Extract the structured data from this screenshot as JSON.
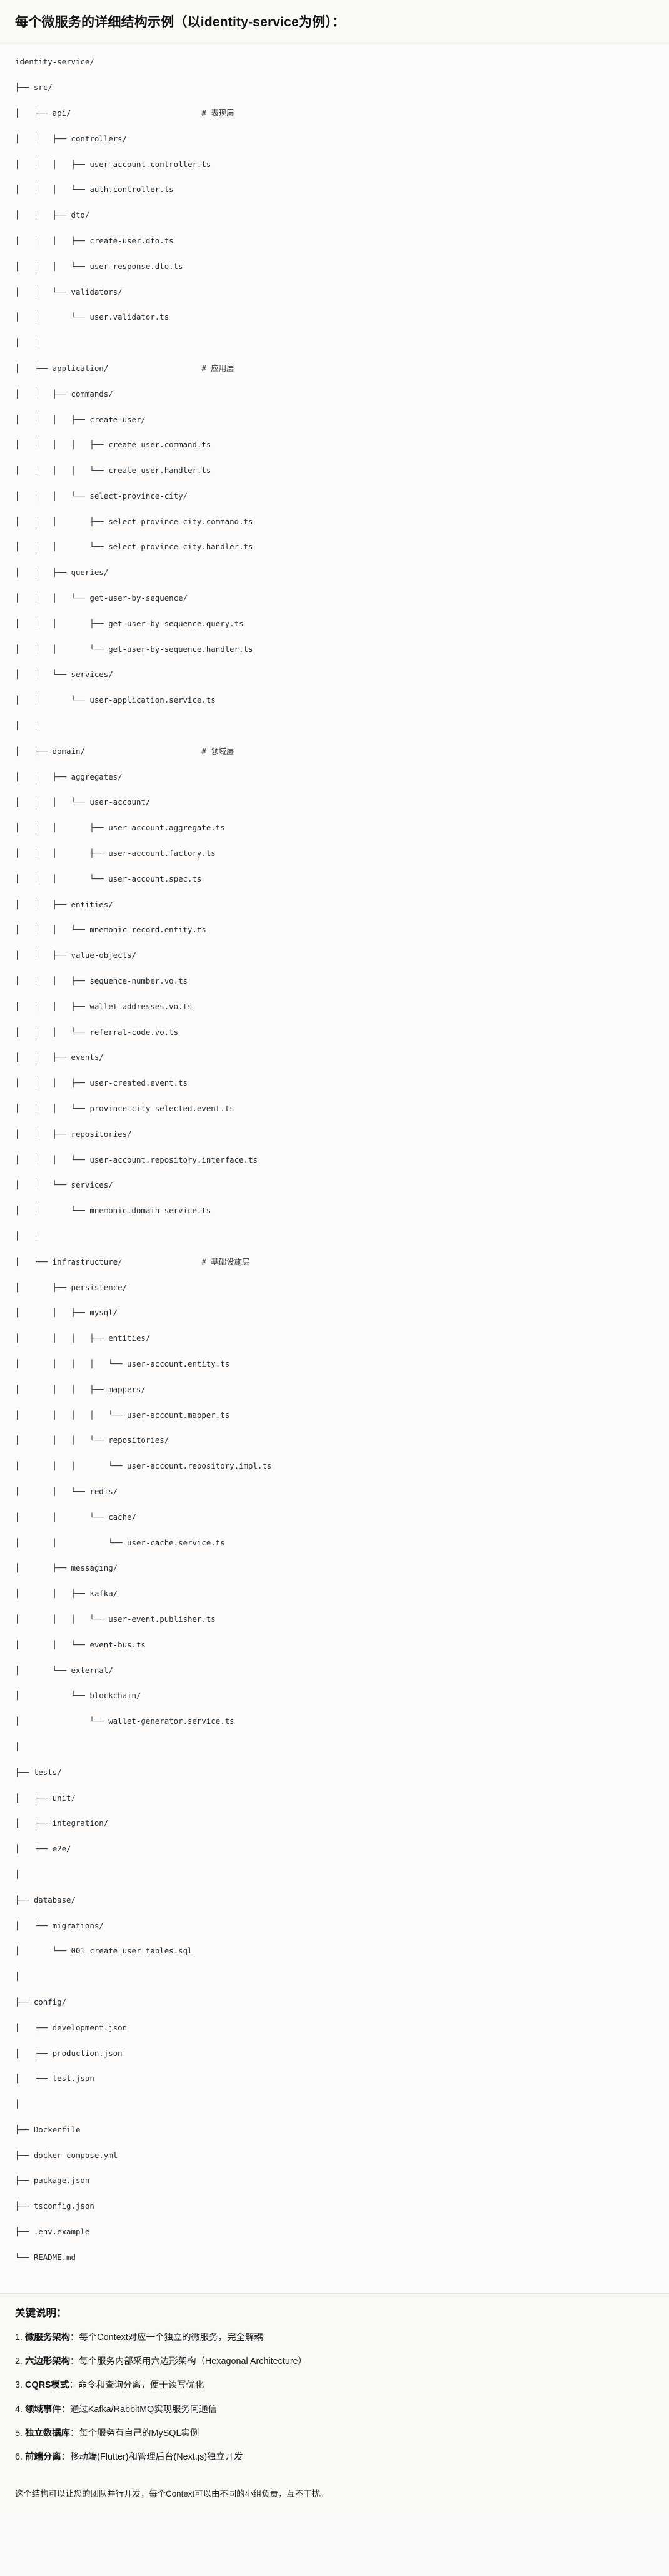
{
  "header": {
    "title": "每个微服务的详细结构示例（以identity-service为例）："
  },
  "tree": {
    "lines": [
      {
        "path": "identity-service/",
        "comment": ""
      },
      {
        "path": "├── src/",
        "comment": ""
      },
      {
        "path": "│   ├── api/",
        "comment": "# 表现层"
      },
      {
        "path": "│   │   ├── controllers/",
        "comment": ""
      },
      {
        "path": "│   │   │   ├── user-account.controller.ts",
        "comment": ""
      },
      {
        "path": "│   │   │   └── auth.controller.ts",
        "comment": ""
      },
      {
        "path": "│   │   ├── dto/",
        "comment": ""
      },
      {
        "path": "│   │   │   ├── create-user.dto.ts",
        "comment": ""
      },
      {
        "path": "│   │   │   └── user-response.dto.ts",
        "comment": ""
      },
      {
        "path": "│   │   └── validators/",
        "comment": ""
      },
      {
        "path": "│   │       └── user.validator.ts",
        "comment": ""
      },
      {
        "path": "│   │",
        "comment": ""
      },
      {
        "path": "│   ├── application/",
        "comment": "# 应用层"
      },
      {
        "path": "│   │   ├── commands/",
        "comment": ""
      },
      {
        "path": "│   │   │   ├── create-user/",
        "comment": ""
      },
      {
        "path": "│   │   │   │   ├── create-user.command.ts",
        "comment": ""
      },
      {
        "path": "│   │   │   │   └── create-user.handler.ts",
        "comment": ""
      },
      {
        "path": "│   │   │   └── select-province-city/",
        "comment": ""
      },
      {
        "path": "│   │   │       ├── select-province-city.command.ts",
        "comment": ""
      },
      {
        "path": "│   │   │       └── select-province-city.handler.ts",
        "comment": ""
      },
      {
        "path": "│   │   ├── queries/",
        "comment": ""
      },
      {
        "path": "│   │   │   └── get-user-by-sequence/",
        "comment": ""
      },
      {
        "path": "│   │   │       ├── get-user-by-sequence.query.ts",
        "comment": ""
      },
      {
        "path": "│   │   │       └── get-user-by-sequence.handler.ts",
        "comment": ""
      },
      {
        "path": "│   │   └── services/",
        "comment": ""
      },
      {
        "path": "│   │       └── user-application.service.ts",
        "comment": ""
      },
      {
        "path": "│   │",
        "comment": ""
      },
      {
        "path": "│   ├── domain/",
        "comment": "# 领域层"
      },
      {
        "path": "│   │   ├── aggregates/",
        "comment": ""
      },
      {
        "path": "│   │   │   └── user-account/",
        "comment": ""
      },
      {
        "path": "│   │   │       ├── user-account.aggregate.ts",
        "comment": ""
      },
      {
        "path": "│   │   │       ├── user-account.factory.ts",
        "comment": ""
      },
      {
        "path": "│   │   │       └── user-account.spec.ts",
        "comment": ""
      },
      {
        "path": "│   │   ├── entities/",
        "comment": ""
      },
      {
        "path": "│   │   │   └── mnemonic-record.entity.ts",
        "comment": ""
      },
      {
        "path": "│   │   ├── value-objects/",
        "comment": ""
      },
      {
        "path": "│   │   │   ├── sequence-number.vo.ts",
        "comment": ""
      },
      {
        "path": "│   │   │   ├── wallet-addresses.vo.ts",
        "comment": ""
      },
      {
        "path": "│   │   │   └── referral-code.vo.ts",
        "comment": ""
      },
      {
        "path": "│   │   ├── events/",
        "comment": ""
      },
      {
        "path": "│   │   │   ├── user-created.event.ts",
        "comment": ""
      },
      {
        "path": "│   │   │   └── province-city-selected.event.ts",
        "comment": ""
      },
      {
        "path": "│   │   ├── repositories/",
        "comment": ""
      },
      {
        "path": "│   │   │   └── user-account.repository.interface.ts",
        "comment": ""
      },
      {
        "path": "│   │   └── services/",
        "comment": ""
      },
      {
        "path": "│   │       └── mnemonic.domain-service.ts",
        "comment": ""
      },
      {
        "path": "│   │",
        "comment": ""
      },
      {
        "path": "│   └── infrastructure/",
        "comment": "# 基础设施层"
      },
      {
        "path": "│       ├── persistence/",
        "comment": ""
      },
      {
        "path": "│       │   ├── mysql/",
        "comment": ""
      },
      {
        "path": "│       │   │   ├── entities/",
        "comment": ""
      },
      {
        "path": "│       │   │   │   └── user-account.entity.ts",
        "comment": ""
      },
      {
        "path": "│       │   │   ├── mappers/",
        "comment": ""
      },
      {
        "path": "│       │   │   │   └── user-account.mapper.ts",
        "comment": ""
      },
      {
        "path": "│       │   │   └── repositories/",
        "comment": ""
      },
      {
        "path": "│       │   │       └── user-account.repository.impl.ts",
        "comment": ""
      },
      {
        "path": "│       │   └── redis/",
        "comment": ""
      },
      {
        "path": "│       │       └── cache/",
        "comment": ""
      },
      {
        "path": "│       │           └── user-cache.service.ts",
        "comment": ""
      },
      {
        "path": "│       ├── messaging/",
        "comment": ""
      },
      {
        "path": "│       │   ├── kafka/",
        "comment": ""
      },
      {
        "path": "│       │   │   └── user-event.publisher.ts",
        "comment": ""
      },
      {
        "path": "│       │   └── event-bus.ts",
        "comment": ""
      },
      {
        "path": "│       └── external/",
        "comment": ""
      },
      {
        "path": "│           └── blockchain/",
        "comment": ""
      },
      {
        "path": "│               └── wallet-generator.service.ts",
        "comment": ""
      },
      {
        "path": "│",
        "comment": ""
      },
      {
        "path": "├── tests/",
        "comment": ""
      },
      {
        "path": "│   ├── unit/",
        "comment": ""
      },
      {
        "path": "│   ├── integration/",
        "comment": ""
      },
      {
        "path": "│   └── e2e/",
        "comment": ""
      },
      {
        "path": "│",
        "comment": ""
      },
      {
        "path": "├── database/",
        "comment": ""
      },
      {
        "path": "│   └── migrations/",
        "comment": ""
      },
      {
        "path": "│       └── 001_create_user_tables.sql",
        "comment": ""
      },
      {
        "path": "│",
        "comment": ""
      },
      {
        "path": "├── config/",
        "comment": ""
      },
      {
        "path": "│   ├── development.json",
        "comment": ""
      },
      {
        "path": "│   ├── production.json",
        "comment": ""
      },
      {
        "path": "│   └── test.json",
        "comment": ""
      },
      {
        "path": "│",
        "comment": ""
      },
      {
        "path": "├── Dockerfile",
        "comment": ""
      },
      {
        "path": "├── docker-compose.yml",
        "comment": ""
      },
      {
        "path": "├── package.json",
        "comment": ""
      },
      {
        "path": "├── tsconfig.json",
        "comment": ""
      },
      {
        "path": "├── .env.example",
        "comment": ""
      },
      {
        "path": "└── README.md",
        "comment": ""
      }
    ]
  },
  "notes": {
    "title": "关键说明：",
    "items": [
      {
        "num": "1.",
        "label": "微服务架构",
        "sep": "：",
        "text": "每个Context对应一个独立的微服务，完全解耦"
      },
      {
        "num": "2.",
        "label": "六边形架构",
        "sep": "：",
        "text": "每个服务内部采用六边形架构（Hexagonal Architecture）"
      },
      {
        "num": "3.",
        "label": "CQRS模式",
        "sep": "：",
        "text": "命令和查询分离，便于读写优化"
      },
      {
        "num": "4.",
        "label": "领域事件",
        "sep": "：",
        "text": "通过Kafka/RabbitMQ实现服务间通信"
      },
      {
        "num": "5.",
        "label": "独立数据库",
        "sep": "：",
        "text": "每个服务有自己的MySQL实例"
      },
      {
        "num": "6.",
        "label": "前端分离",
        "sep": "：",
        "text": "移动端(Flutter)和管理后台(Next.js)独立开发"
      }
    ],
    "closing": "这个结构可以让您的团队并行开发，每个Context可以由不同的小组负责，互不干扰。"
  }
}
